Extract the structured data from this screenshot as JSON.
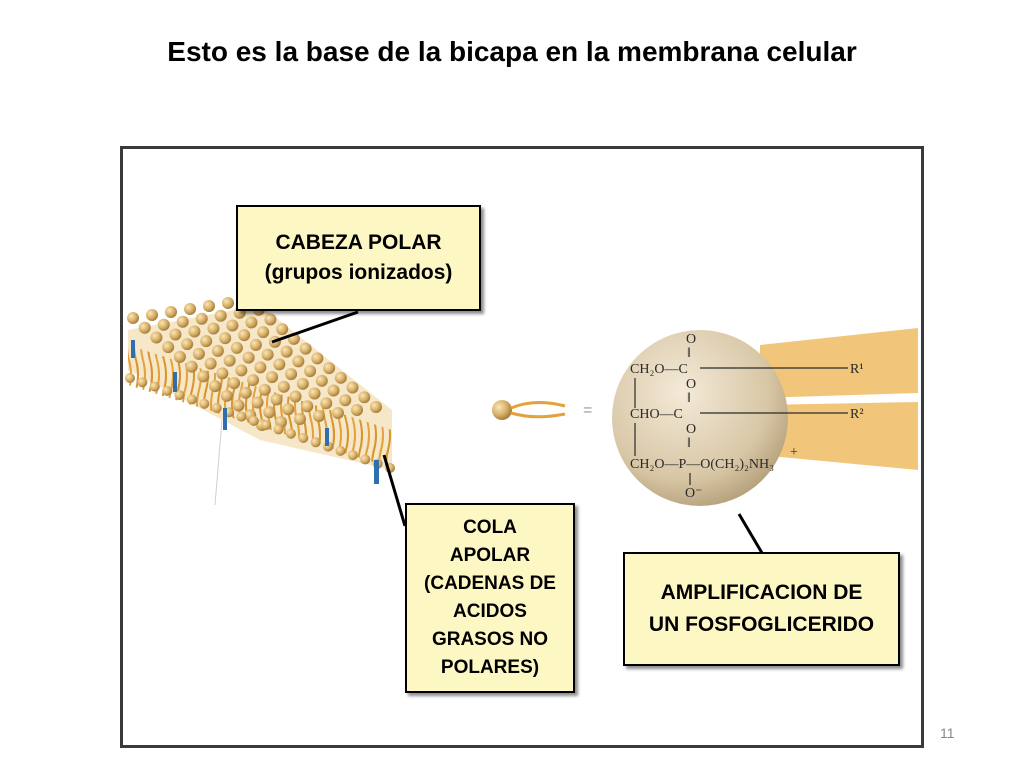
{
  "slide": {
    "title": "Esto es la base de la bicapa en la membrana celular",
    "number": "11"
  },
  "labels": {
    "head": [
      "CABEZA POLAR",
      "(grupos ionizados)"
    ],
    "tail": [
      "COLA",
      "APOLAR",
      "(CADENAS DE",
      "ACIDOS",
      "GRASOS NO",
      "POLARES)"
    ],
    "amplification": [
      "AMPLIFICACION DE",
      "UN FOSFOGLICERIDO"
    ]
  },
  "formula": {
    "o1": "O",
    "dbl1": "‖",
    "row1_left": "CH₂O—C",
    "r1": "R¹",
    "o2": "O",
    "dbl2": "‖",
    "row2_left": "CHO—C",
    "r2": "R²",
    "o3": "O",
    "dbl3": "‖",
    "row3_left": "CH₂O—P—O(CH₂)₂NH₃",
    "plus": "+",
    "o4": "O⁻",
    "equals": "="
  },
  "colors": {
    "head_sphere": "#d9b26a",
    "tail": "#e8a33a",
    "protein": "#2f6fae",
    "tail_band": "#f1c67a",
    "label_bg": "#fdf7c4"
  }
}
